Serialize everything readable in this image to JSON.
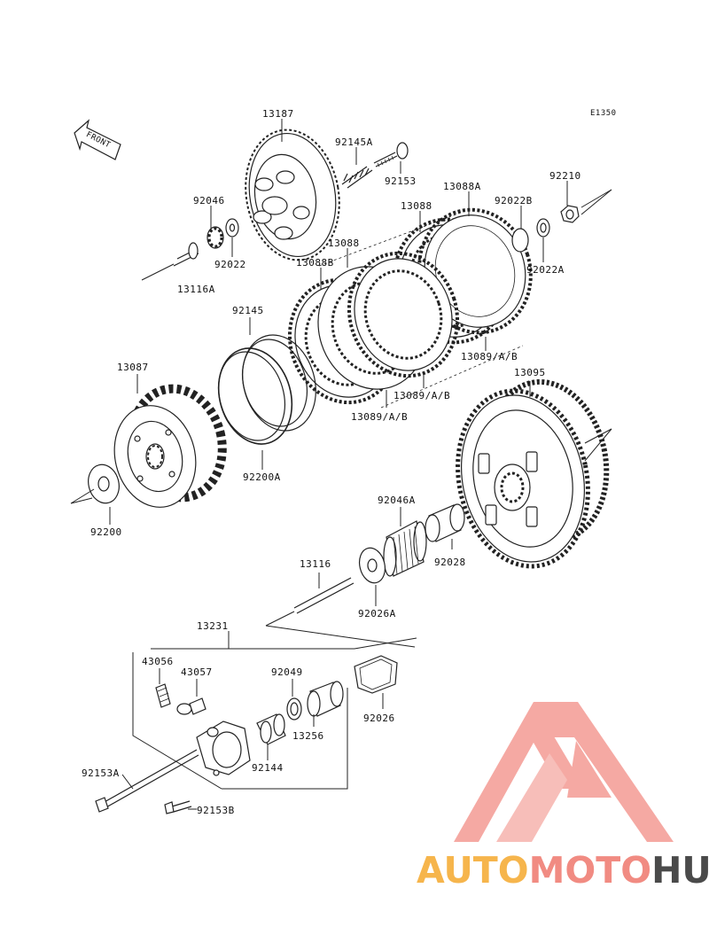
{
  "diagram_code": "E1350",
  "front_arrow_label": "FRONT",
  "labels": {
    "13187": "13187",
    "92145A": "92145A",
    "92153": "92153",
    "13088A": "13088A",
    "92210": "92210",
    "92046": "92046",
    "92022": "92022",
    "13088_a": "13088",
    "92022B": "92022B",
    "13088_b": "13088",
    "13088B": "13088B",
    "92022A": "92022A",
    "13116A": "13116A",
    "92145": "92145",
    "13089_a": "13089/A/B",
    "13087": "13087",
    "13089_b": "13089/A/B",
    "13095": "13095",
    "13089_c": "13089/A/B",
    "92200A": "92200A",
    "92200": "92200",
    "92046A": "92046A",
    "92028": "92028",
    "13116": "13116",
    "92026A": "92026A",
    "13231": "13231",
    "43056": "43056",
    "43057": "43057",
    "92049": "92049",
    "92026": "92026",
    "13256": "13256",
    "92144": "92144",
    "92153A": "92153A",
    "92153B": "92153B"
  },
  "watermark": {
    "part1": "AUTO",
    "part2": "MOTO",
    "part3": "HUB",
    "color_auto": "#f6b54c",
    "color_moto": "#f18b82",
    "color_hub": "#4a4a4a",
    "logo_color": "#f4a09a"
  }
}
